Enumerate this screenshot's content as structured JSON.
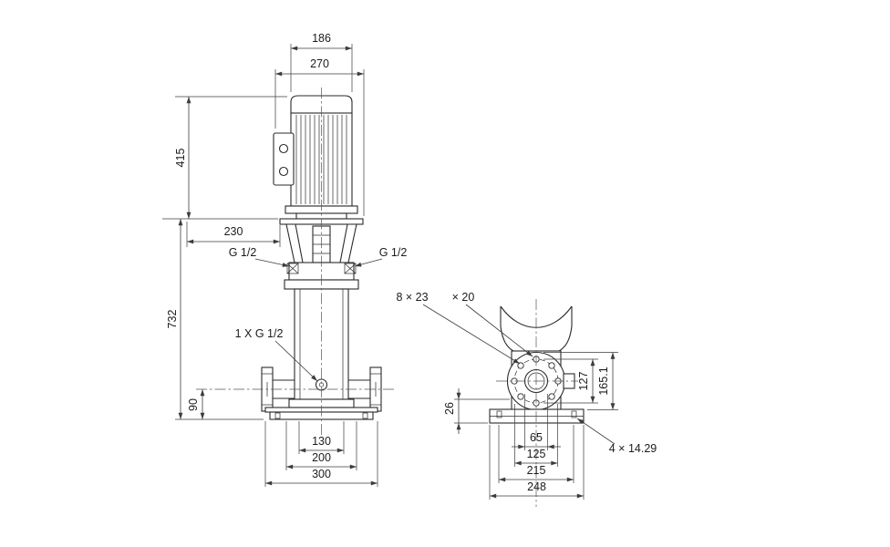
{
  "front_view": {
    "dims": {
      "fan_cover_width": "186",
      "motor_width": "270",
      "motor_height": "415",
      "pump_body_height": "732",
      "head_width": "230",
      "port_height": "90",
      "lower_width": "130",
      "mid_width": "200",
      "base_width": "300"
    },
    "labels": {
      "plug_left": "G 1/2",
      "plug_right": "G 1/2",
      "drain": "1 X G 1/2"
    }
  },
  "side_view": {
    "dims": {
      "foot_height": "26",
      "bolt_circle_diameter": "127",
      "flange_diameter": "165.1",
      "port_bore": "65",
      "raised_face_diameter": "125",
      "base_hole_spacing": "215",
      "base_depth": "248"
    },
    "labels": {
      "flange_holes": "8 × 23",
      "flange_hole_depth": "× 20",
      "base_holes": "4 × 14.29"
    }
  },
  "colors": {
    "ink": "#2b2b2b",
    "background": "#ffffff"
  }
}
